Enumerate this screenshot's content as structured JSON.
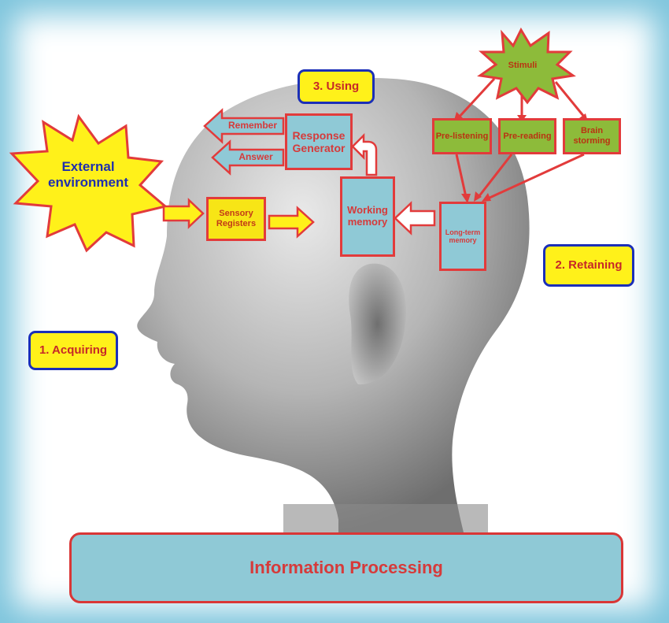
{
  "title": "Information Processing",
  "stages": {
    "acquiring": "1. Acquiring",
    "retaining": "2. Retaining",
    "using": "3. Using"
  },
  "nodes": {
    "external_environment": "External environment",
    "sensory_registers": "Sensory Registers",
    "working_memory": "Working memory",
    "long_term_memory": "Long-term memory",
    "response_generator": "Response Generator",
    "remember": "Remember",
    "answer": "Answer",
    "stimuli": "Stimuli",
    "pre_listening": "Pre-listening",
    "pre_reading": "Pre-reading",
    "brain_storming": "Brain storming"
  },
  "colors": {
    "frame": "#7cc4dc",
    "box_blue": "#8fc9d6",
    "box_yellow": "#fff11a",
    "box_green": "#8dbb3a",
    "border_red": "#e23b3b",
    "badge_border": "#1b2fb8",
    "text_red": "#d63a3a",
    "text_blue": "#1f2fae"
  }
}
